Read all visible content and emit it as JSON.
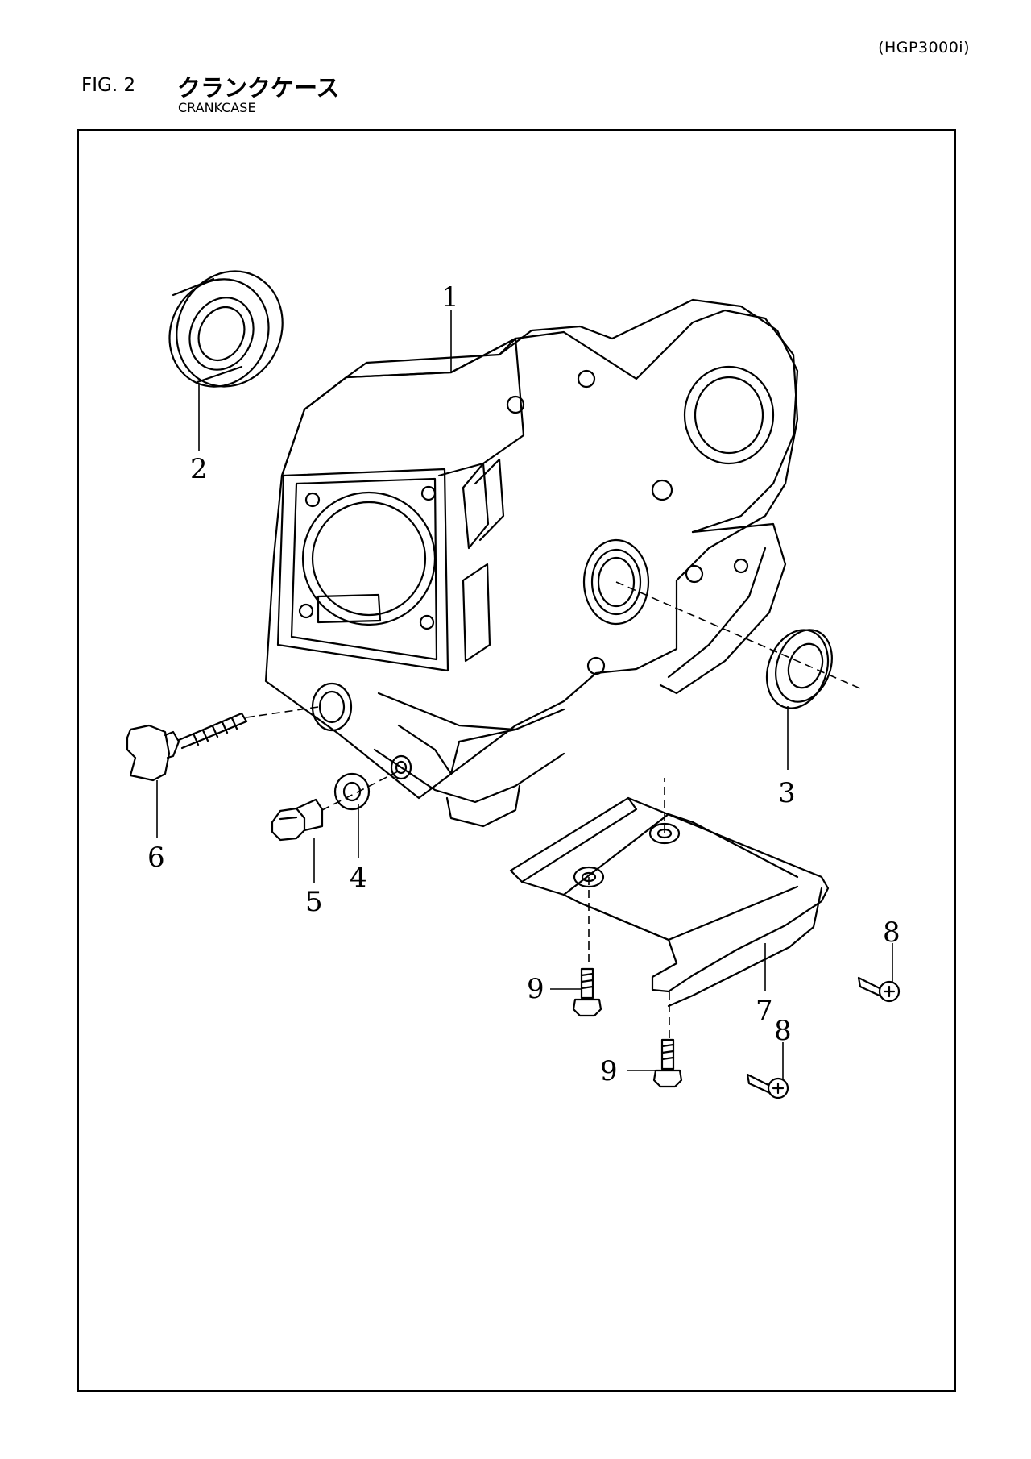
{
  "model": "(HGP3000i)",
  "figure": {
    "number": "FIG. 2",
    "title_jp": "クランクケース",
    "title_en": "CRANKCASE"
  },
  "callouts": [
    "1",
    "2",
    "3",
    "4",
    "5",
    "6",
    "7",
    "8",
    "8",
    "9",
    "9"
  ]
}
